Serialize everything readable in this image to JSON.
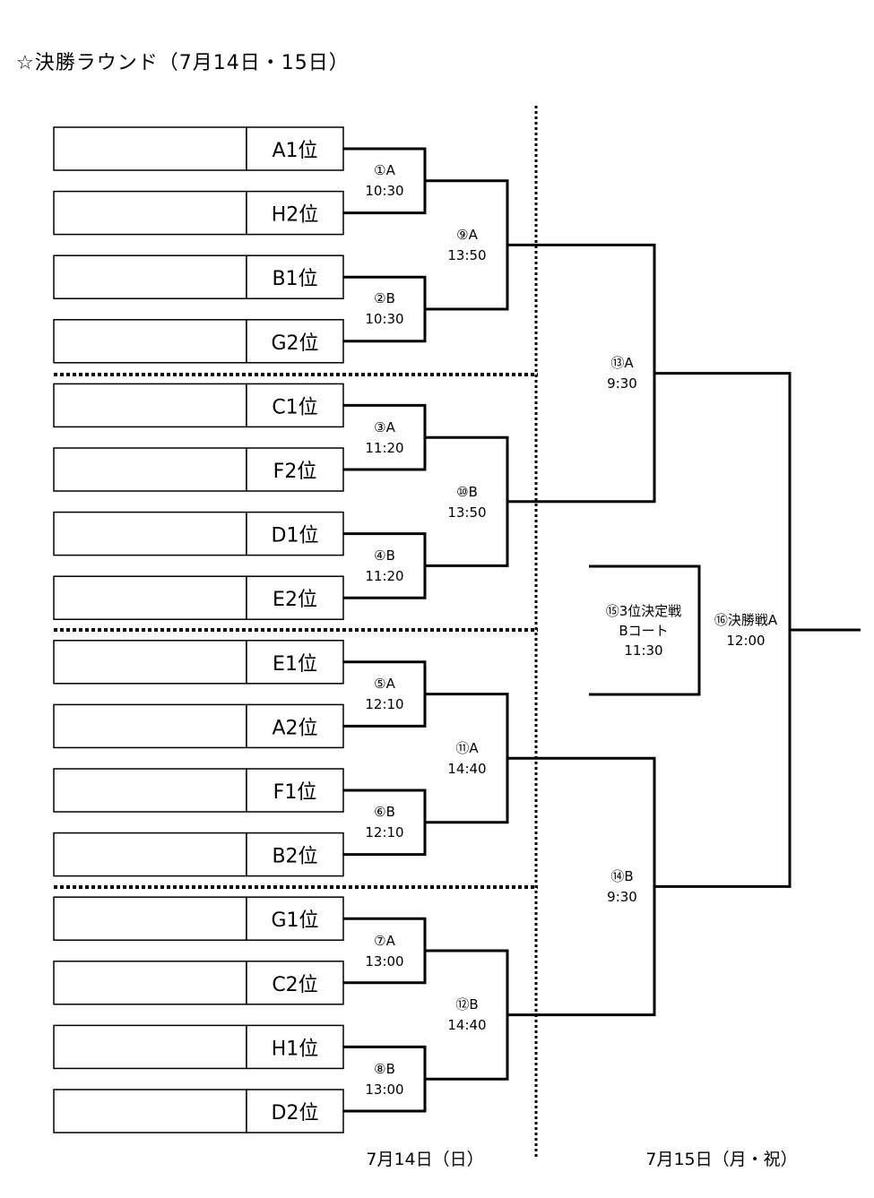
{
  "title": "☆決勝ラウンド（7月14日・15日）",
  "slots": [
    "A1位",
    "H2位",
    "B1位",
    "G2位",
    "C1位",
    "F2位",
    "D1位",
    "E2位",
    "E1位",
    "A2位",
    "F1位",
    "B2位",
    "G1位",
    "C2位",
    "H1位",
    "D2位"
  ],
  "round1": [
    {
      "game": "①A",
      "time": "10:30"
    },
    {
      "game": "②B",
      "time": "10:30"
    },
    {
      "game": "③A",
      "time": "11:20"
    },
    {
      "game": "④B",
      "time": "11:20"
    },
    {
      "game": "⑤A",
      "time": "12:10"
    },
    {
      "game": "⑥B",
      "time": "12:10"
    },
    {
      "game": "⑦A",
      "time": "13:00"
    },
    {
      "game": "⑧B",
      "time": "13:00"
    }
  ],
  "round2": [
    {
      "game": "⑨A",
      "time": "13:50"
    },
    {
      "game": "⑩B",
      "time": "13:50"
    },
    {
      "game": "⑪A",
      "time": "14:40"
    },
    {
      "game": "⑫B",
      "time": "14:40"
    }
  ],
  "semis": [
    {
      "game": "⑬A",
      "time": "9:30"
    },
    {
      "game": "⑭B",
      "time": "9:30"
    }
  ],
  "third_place": {
    "game": "⑮3位決定戦",
    "court": "Bコート",
    "time": "11:30"
  },
  "final": {
    "game": "⑯決勝戦A",
    "time": "12:00"
  },
  "day1_label": "7月14日（日）",
  "day2_label": "7月15日（月・祝）"
}
